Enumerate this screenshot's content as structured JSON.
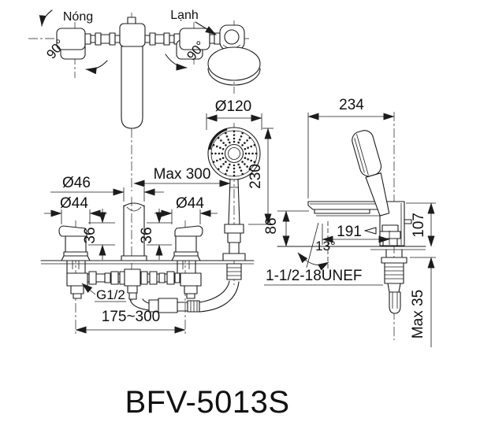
{
  "title": "BFV-5013S",
  "colors": {
    "ink": "#1c1c1c",
    "paper": "#ffffff"
  },
  "top_view": {
    "hot_label": "Nóng",
    "cold_label": "Lạnh",
    "left_rotation": "90°",
    "right_rotation": "90°"
  },
  "front_view": {
    "head_diameter": "Ø120",
    "handshower_length": "230",
    "max_hose_reach": "Max 300",
    "spout_diameter": "Ø46",
    "left_handle_diameter": "Ø44",
    "right_handle_diameter": "Ø44",
    "left_handle_height": "36",
    "right_handle_height": "36",
    "inlet_thread": "G1/2",
    "handle_spacing": "175~300"
  },
  "side_view": {
    "overall_depth": "234",
    "spout_reach": "191",
    "spout_clearance": "86",
    "spout_angle": "13°",
    "body_height": "107",
    "shank_thread": "1-1/2-18UNEF",
    "max_deck_thickness": "Max 35"
  }
}
